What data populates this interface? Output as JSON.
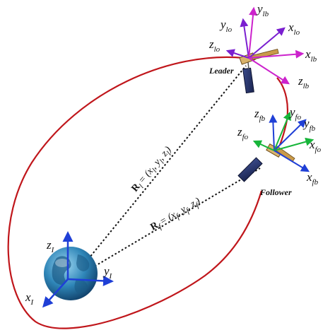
{
  "satellites": {
    "leader": {
      "name": "Leader"
    },
    "follower": {
      "name": "Follower"
    }
  },
  "earth_frame": {
    "z": {
      "base": "z",
      "sub": "I"
    },
    "y": {
      "base": "y",
      "sub": "I"
    },
    "x": {
      "base": "x",
      "sub": "I"
    }
  },
  "leader_frame": {
    "y_lo": {
      "base": "y",
      "sub": "lo"
    },
    "y_lb": {
      "base": "y",
      "sub": "lb"
    },
    "x_lo": {
      "base": "x",
      "sub": "lo"
    },
    "z_lo": {
      "base": "z",
      "sub": "lo"
    },
    "x_lb": {
      "base": "x",
      "sub": "lb"
    },
    "z_lb": {
      "base": "z",
      "sub": "lb"
    }
  },
  "follower_frame": {
    "z_fb": {
      "base": "z",
      "sub": "fb"
    },
    "y_fo": {
      "base": "y",
      "sub": "fo"
    },
    "z_fo": {
      "base": "z",
      "sub": "fo"
    },
    "y_fb": {
      "base": "y",
      "sub": "fb"
    },
    "x_fo": {
      "base": "x",
      "sub": "fo"
    },
    "x_fb": {
      "base": "x",
      "sub": "fb"
    }
  },
  "vectors": {
    "leader_position": {
      "R": "R",
      "sub": "l",
      "rest": "= (x",
      "x_sub": "l",
      "y": ", y",
      "y_sub": "l",
      "z": ", z",
      "z_sub": "l",
      "close": ")"
    },
    "follower_position": {
      "R": "R",
      "sub": "f",
      "rest": "= (x",
      "x_sub": "f",
      "y": ", y",
      "y_sub": "f",
      "z": ", z",
      "z_sub": "f",
      "close": ")"
    }
  },
  "colors": {
    "orbit": "#c0161b",
    "blue_axis": "#1f3fd6",
    "magenta_axis": "#cc22cc",
    "violet_axis": "#7a1fd0",
    "green_axis": "#17b53a",
    "earth": "#2f86b8"
  }
}
